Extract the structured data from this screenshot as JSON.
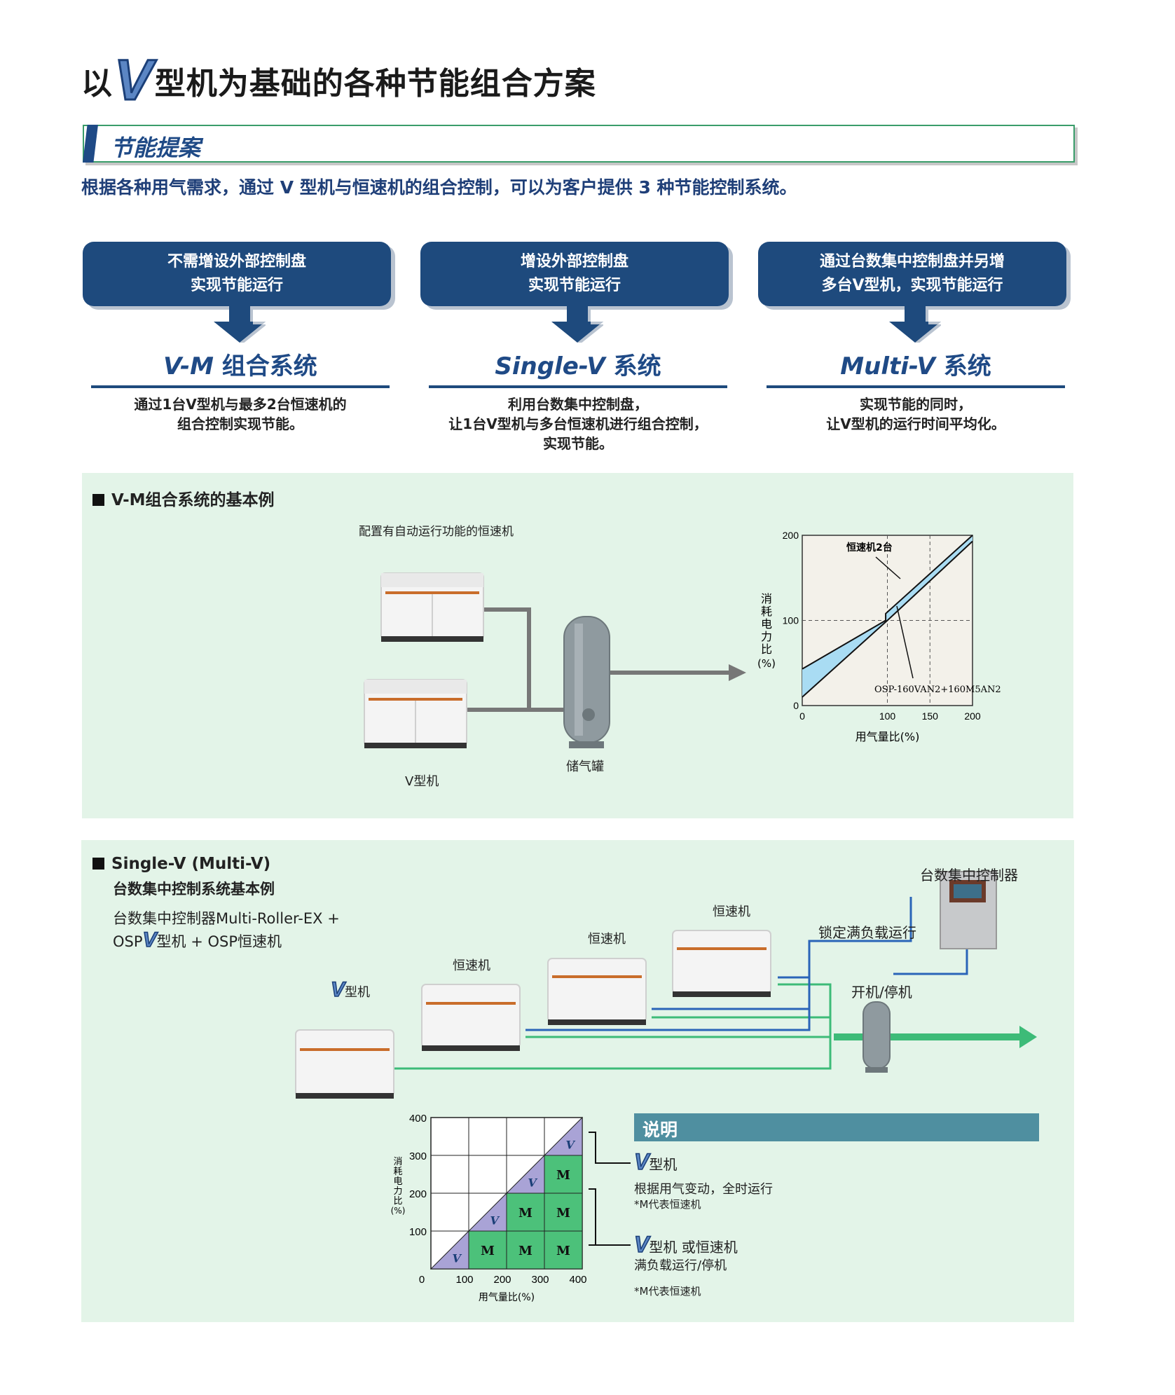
{
  "page": {
    "title_prefix": "以",
    "title_v": "V",
    "title_suffix": "型机为基础的各种节能组合方案",
    "banner": "节能提案",
    "intro": "根据各种用气需求，通过 V 型机与恒速机的组合控制，可以为客户提供 3 种节能控制系统。"
  },
  "systems": [
    {
      "card_line1": "不需增设外部控制盘",
      "card_line2": "实现节能运行",
      "name_latin": "V-M",
      "name_cn": " 组合系统",
      "desc": [
        "通过1台V型机与最多2台恒速机的",
        "组合控制实现节能。"
      ]
    },
    {
      "card_line1": "增设外部控制盘",
      "card_line2": "实现节能运行",
      "name_latin": "Single-V",
      "name_cn": " 系统",
      "desc": [
        "利用台数集中控制盘，",
        "让1台V型机与多台恒速机进行组合控制，",
        "实现节能。"
      ]
    },
    {
      "card_line1": "通过台数集中控制盘并另增",
      "card_line2": "多台V型机，实现节能运行",
      "name_latin": "Multi-V",
      "name_cn": " 系统",
      "desc": [
        "实现节能的同时，",
        "让V型机的运行时间平均化。"
      ]
    }
  ],
  "vm_section": {
    "heading": "V-M组合系统的基本例",
    "label_auto_compressor": "配置有自动运行功能的恒速机",
    "label_v_machine": "V型机",
    "label_tank": "储气罐"
  },
  "sv_section": {
    "heading_line1": "Single-V (Multi-V)",
    "heading_line2": "台数集中控制系统基本例",
    "sub_line1": "台数集中控制器Multi-Roller-EX +",
    "sub_line2_a": "OSP",
    "sub_line2_v": "V",
    "sub_line2_b": "型机 + OSP恒速机",
    "label_controller": "台数集中控制器",
    "label_lock_full_load": "锁定满负载运行",
    "label_start_stop": "开机/停机",
    "label_const_1": "恒速机",
    "label_const_2": "恒速机",
    "label_const_3": "恒速机",
    "label_v_logo": "V",
    "label_v_machine": "型机"
  },
  "legend": {
    "title": "说明",
    "v_logo": "V",
    "item1_title": "型机",
    "item1_desc": "根据用气变动，全时运行",
    "item1_note": "*M代表恒速机",
    "item2_title": "型机 或恒速机",
    "item2_desc": "满负载运行/停机",
    "item2_note": "*M代表恒速机"
  },
  "colors": {
    "navy": "#1e4a7d",
    "panel_green": "#e3f4e8",
    "pipe_green": "#3dbb78",
    "pipe_blue": "#2a64b8",
    "band_blue": "#a9dcf3",
    "cell_green": "#4cc17a",
    "cell_purple": "#a9a3d6"
  },
  "chart_data": [
    {
      "type": "line",
      "title": "",
      "xlabel": "用气量比(%)",
      "ylabel": "消耗电力比(%)",
      "xlim": [
        0,
        200
      ],
      "ylim": [
        0,
        200
      ],
      "xticks": [
        0,
        100,
        150,
        200
      ],
      "yticks": [
        0,
        100,
        200
      ],
      "grid": "dashed at 100 and 150",
      "series": [
        {
          "name": "恒速机2台",
          "x": [
            0,
            98,
            98,
            200
          ],
          "y": [
            43,
            100,
            108,
            200
          ]
        },
        {
          "name": "OSP-160VAN2+160M5AN2",
          "x": [
            0,
            100,
            200
          ],
          "y": [
            10,
            100,
            193
          ]
        }
      ],
      "annotations": [
        "恒速机2台",
        "OSP-160VAN2+160M5AN2"
      ]
    },
    {
      "type": "heatmap",
      "xlabel": "用气量比(%)",
      "ylabel": "消耗电力比(%)",
      "xticks": [
        0,
        100,
        200,
        300,
        400
      ],
      "yticks": [
        0,
        100,
        200,
        300,
        400
      ],
      "cells": [
        {
          "col": 1,
          "row": 1,
          "label": "V",
          "kind": "v"
        },
        {
          "col": 2,
          "row": 1,
          "label": "M",
          "kind": "m"
        },
        {
          "col": 3,
          "row": 1,
          "label": "M",
          "kind": "m"
        },
        {
          "col": 4,
          "row": 1,
          "label": "M",
          "kind": "m"
        },
        {
          "col": 2,
          "row": 2,
          "label": "V",
          "kind": "v"
        },
        {
          "col": 3,
          "row": 2,
          "label": "M",
          "kind": "m"
        },
        {
          "col": 4,
          "row": 2,
          "label": "M",
          "kind": "m"
        },
        {
          "col": 3,
          "row": 3,
          "label": "V",
          "kind": "v"
        },
        {
          "col": 4,
          "row": 3,
          "label": "M",
          "kind": "m"
        },
        {
          "col": 4,
          "row": 4,
          "label": "V",
          "kind": "v"
        }
      ]
    }
  ]
}
